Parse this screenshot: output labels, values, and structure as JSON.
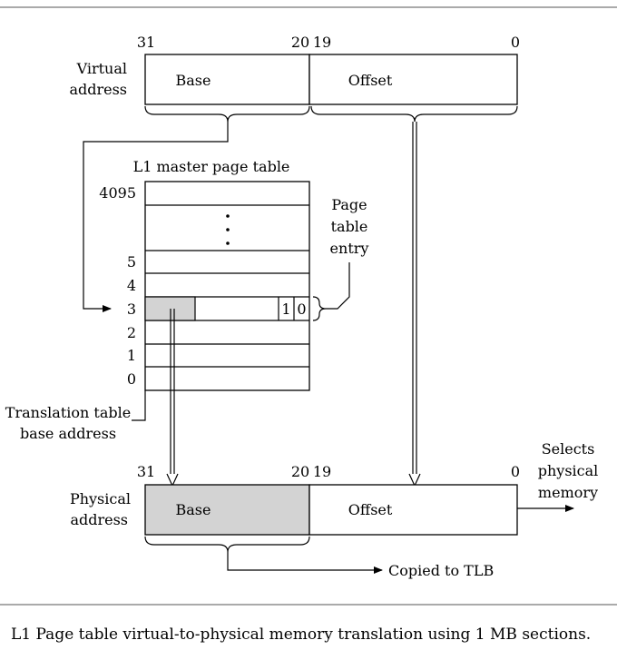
{
  "virtual_address": {
    "label_line1": "Virtual",
    "label_line2": "address",
    "bit_31": "31",
    "bit_20": "20",
    "bit_19": "19",
    "bit_0": "0",
    "base_field": "Base",
    "offset_field": "Offset"
  },
  "page_table": {
    "title": "L1 master page table",
    "row_top": "4095",
    "row_labels": [
      "5",
      "4",
      "3",
      "2",
      "1",
      "0"
    ],
    "entry_bit_1": "1",
    "entry_bit_0": "0",
    "entry_label_line1": "Page",
    "entry_label_line2": "table",
    "entry_label_line3": "entry",
    "ttb_line1": "Translation table",
    "ttb_line2": "base address"
  },
  "physical_address": {
    "label_line1": "Physical",
    "label_line2": "address",
    "bit_31": "31",
    "bit_20": "20",
    "bit_19": "19",
    "bit_0": "0",
    "base_field": "Base",
    "offset_field": "Offset",
    "selects_line1": "Selects",
    "selects_line2": "physical",
    "selects_line3": "memory",
    "copied_to_tlb": "Copied to TLB"
  },
  "caption": "L1 Page table virtual-to-physical memory translation using 1 MB sections.",
  "colors": {
    "line": "#000000",
    "shaded": "#d3d3d3",
    "background": "#ffffff",
    "rule": "#555555"
  }
}
